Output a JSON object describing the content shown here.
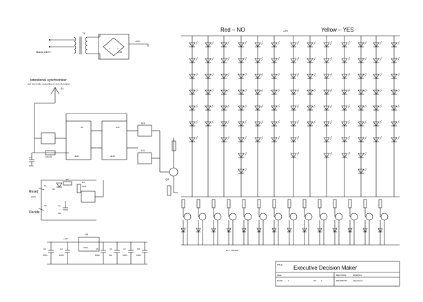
{
  "labels": {
    "mains": "Mains 230V~",
    "transformer": "T1",
    "bridge": "U3",
    "rail_top": "+26V",
    "rail_bus": "+22V",
    "antenna_title": "Intentional synchronizer",
    "antenna_note": "(set next mode, depending on zero of groanie)",
    "antenna": "A1",
    "red_no": "Red – NO",
    "yellow_yes": "Yellow – YES",
    "u2": "U2",
    "u1": "U1",
    "u12": "U12",
    "ic1": "4013",
    "ic2": "4013",
    "q1": "Q1",
    "q2": "Q2",
    "r1": "10k  R1",
    "c1": "C1",
    "c1_val": "100p",
    "reset": "Reset",
    "reset_sub": "(fast)",
    "s1": "S1",
    "s2": "S2",
    "decide": "Decide",
    "d1": "D1",
    "r2": "R2",
    "r3": "R3",
    "r3_val": "220k",
    "c2": "C2",
    "c2_val": "10u",
    "dx_note": "Dx = 1N4148",
    "u4": "U4",
    "u4_part": "7812",
    "caps": [
      "C3",
      "C4",
      "C5",
      "C6",
      "C7",
      "C8"
    ],
    "cap_vals": [
      "470u",
      "100n",
      "100n",
      "10u",
      "100n",
      "100n"
    ]
  },
  "title_block": {
    "title_label": "TITLE",
    "title": "Executive Decision Maker",
    "file_label": "FILE:",
    "revision_label": "REVISION:",
    "revision": "20110511",
    "page_label": "PAGE",
    "page": "1",
    "of_label": "OF",
    "of": "1",
    "drawn_label": "DRAWN BY:",
    "drawn": "Vagnsberg"
  }
}
